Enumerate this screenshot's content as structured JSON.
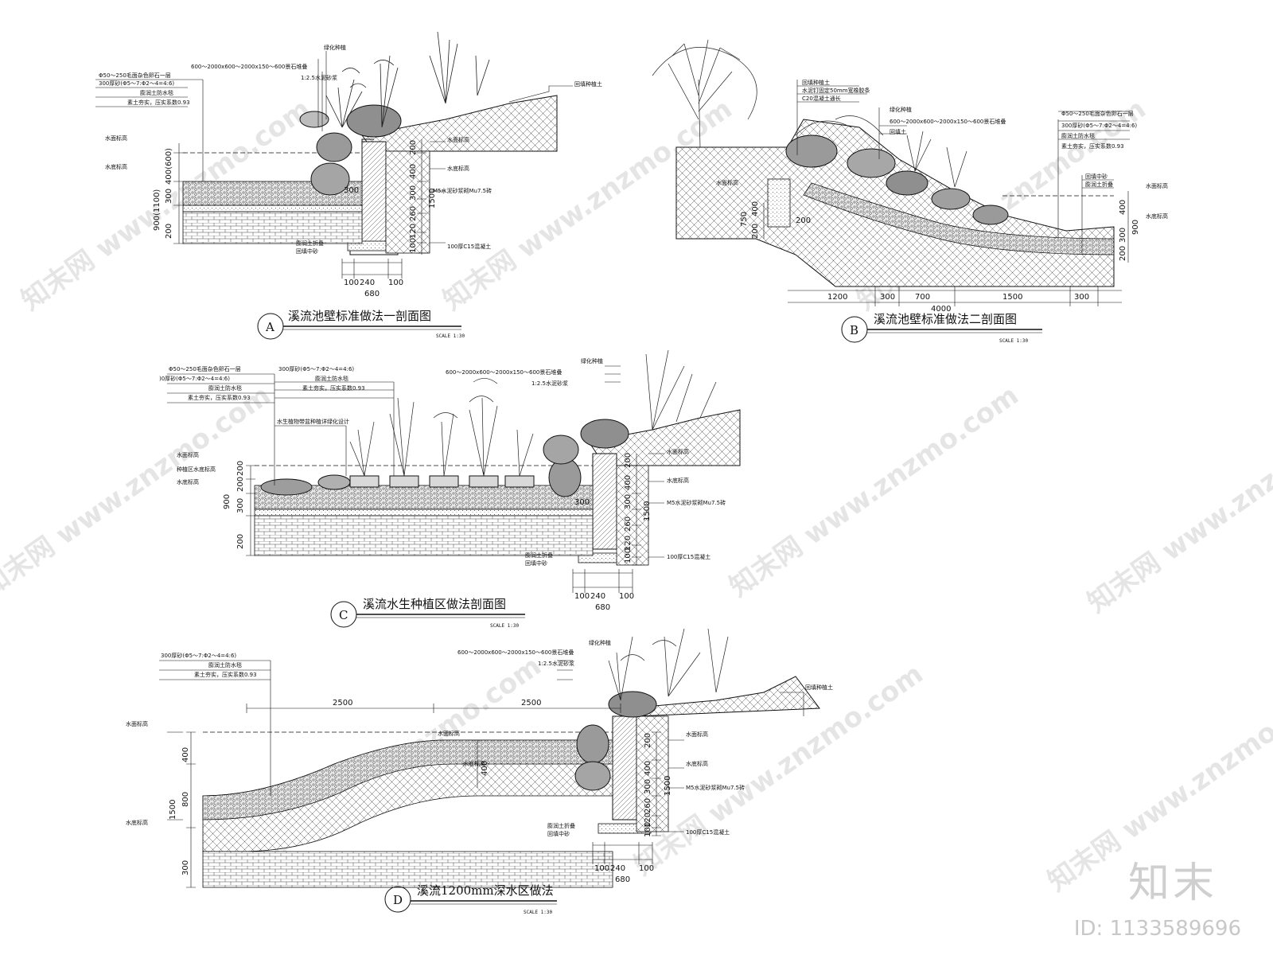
{
  "sections": {
    "a": {
      "letter": "A",
      "title": "溪流池壁标准做法一剖面图",
      "scale": "SCALE 1:30",
      "notes": {
        "stone": "Φ50～250毛面杂色卵石一层",
        "sand": "300厚砂(Φ5～7:Φ2～4=4:6)",
        "seal": "膨润土防水毯",
        "soil": "素土夯实，压实系数0.93",
        "plant": "绿化种植",
        "rock": "600～2000x600～2000x150～600景石堆叠",
        "mortar": "1:2.5水泥砂浆",
        "fill": "回填种植土",
        "water_level": "水面标高",
        "bed_level": "水底标高",
        "wall": "M5水泥砂浆砌Mu7.5砖",
        "fold": "膨润土折叠",
        "midsand": "回填中砂",
        "base": "100厚C15混凝土"
      },
      "dims": {
        "h1": "400(600)",
        "h2": "300",
        "h3": "200",
        "total": "900(1100)",
        "w1": "100",
        "w2": "240",
        "w3": "100",
        "wt": "680",
        "r1": "200",
        "r2": "400",
        "r3": "300",
        "r4": "260",
        "r5": "120",
        "r6": "100",
        "r7": "1500",
        "r8": "300"
      }
    },
    "b": {
      "letter": "B",
      "title": "溪流池壁标准做法二剖面图",
      "scale": "SCALE 1:30",
      "notes": {
        "fill": "回填种植土",
        "nail": "水泥钉固定50mm宽橡胶条",
        "c20": "C20混凝土通长",
        "plant": "绿化种植",
        "rock": "600～2000x600～2000x150～600景石堆叠",
        "backfill": "回填土",
        "stone": "Φ50～250毛面杂色卵石一层",
        "sand": "300厚砂(Φ5～7:Φ2～4=4:6)",
        "seal": "膨润土防水毯",
        "soil": "素土夯实，压实系数0.93",
        "midsand": "回填中砂",
        "fold": "膨润土折叠",
        "water_level": "水面标高",
        "water_level2": "水底标高"
      },
      "dims": {
        "l1": "1200",
        "l2": "300",
        "l3": "700",
        "l4": "1500",
        "l5": "300",
        "lt": "4000",
        "h1": "750",
        "h2": "400",
        "h3": "200",
        "h4": "200",
        "r1": "400",
        "r2": "300",
        "r3": "200",
        "rt": "900"
      }
    },
    "c": {
      "letter": "C",
      "title": "溪流水生种植区做法剖面图",
      "scale": "SCALE 1:30",
      "notes": {
        "stone": "Φ50～250毛面杂色卵石一层",
        "sand": ")0厚砂(Φ5～7:Φ2～4=4:6)",
        "seal": "膨润土防水毯",
        "soil": "素土夯实，压实系数0.93",
        "sand2": "300厚砂(Φ5～7:Φ2～4=4:6)",
        "seal2": "膨润土防水毯",
        "soil2": "素土夯实，压实系数0.93",
        "pots": "水生植物带盆种植详绿化设计",
        "rock": "600～2000x600～2000x150～600景石堆叠",
        "mortar": "1:2.5水泥砂浆",
        "plant": "绿化种植",
        "water_level": "水面标高",
        "plant_bed": "种植区水底标高",
        "bed_level": "水底标高",
        "wall": "M5水泥砂浆砌Mu7.5砖",
        "fold": "膨润土折叠",
        "midsand": "回填中砂",
        "base": "100厚C15混凝土"
      },
      "dims": {
        "h0": "200",
        "h1": "200",
        "h2": "300",
        "h3": "200",
        "total": "900",
        "w1": "100",
        "w2": "240",
        "w3": "100",
        "wt": "680",
        "r1": "200",
        "r2": "400",
        "r3": "300",
        "r4": "260",
        "r5": "120",
        "r6": "100",
        "r7": "1500",
        "r8": "300"
      }
    },
    "d": {
      "letter": "D",
      "title": "溪流1200mm深水区做法",
      "scale": "SCALE 1:30",
      "notes": {
        "sand": "300厚砂(Φ5～7:Φ2～4=4:6)",
        "seal": "膨润土防水毯",
        "soil": "素土夯实，压实系数0.93",
        "rock": "600～2000x600～2000x150～600景石堆叠",
        "mortar": "1:2.5水泥砂浆",
        "plant": "绿化种植",
        "fill": "回填种植土",
        "water_level": "水面标高",
        "water_level2": "水面标高",
        "bed_level": "水底标高",
        "bed_level2": "水底标高",
        "bed_level3": "水底标高",
        "wall": "M5水泥砂浆砌Mu7.5砖",
        "fold": "膨润土折叠",
        "midsand": "回填中砂",
        "base": "100厚C15混凝土"
      },
      "dims": {
        "span1": "2500",
        "span2": "2500",
        "l1": "400",
        "l2": "800",
        "l3": "300",
        "lt": "1500",
        "m1": "400",
        "w1": "100",
        "w2": "240",
        "w3": "100",
        "wt": "680",
        "r1": "200",
        "r2": "400",
        "r3": "300",
        "r4": "260",
        "r5": "120",
        "r6": "100",
        "r7": "1500"
      }
    }
  },
  "watermark": "知末网 www.znzmo.com",
  "brand": "知末",
  "image_id": "ID: 1133589696"
}
